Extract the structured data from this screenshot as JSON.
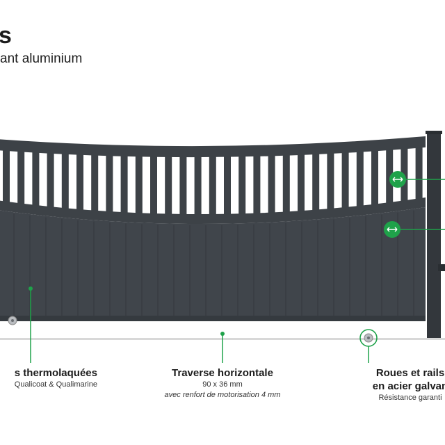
{
  "header": {
    "title": "s",
    "subtitle": "ant aluminium"
  },
  "callouts": {
    "left": {
      "title": "s thermolaquées",
      "line1": "Qualicoat & Qualimarine"
    },
    "center": {
      "title": "Traverse horizontale",
      "line1": "90 x 36 mm",
      "line2": "avec renfort de motorisation 4 mm"
    },
    "right": {
      "title1": "Roues et rails",
      "title2": "en acier galvan",
      "line1": "Résistance garanti"
    }
  },
  "colors": {
    "gate": "#3d4247",
    "gate_dark": "#2f3338",
    "accent": "#1fa24a"
  },
  "icons": {
    "marker_top": "double-arrow-icon",
    "marker_mid": "double-arrow-icon",
    "wheel_right": "wheel-icon",
    "wheel_left": "wheel-icon"
  }
}
